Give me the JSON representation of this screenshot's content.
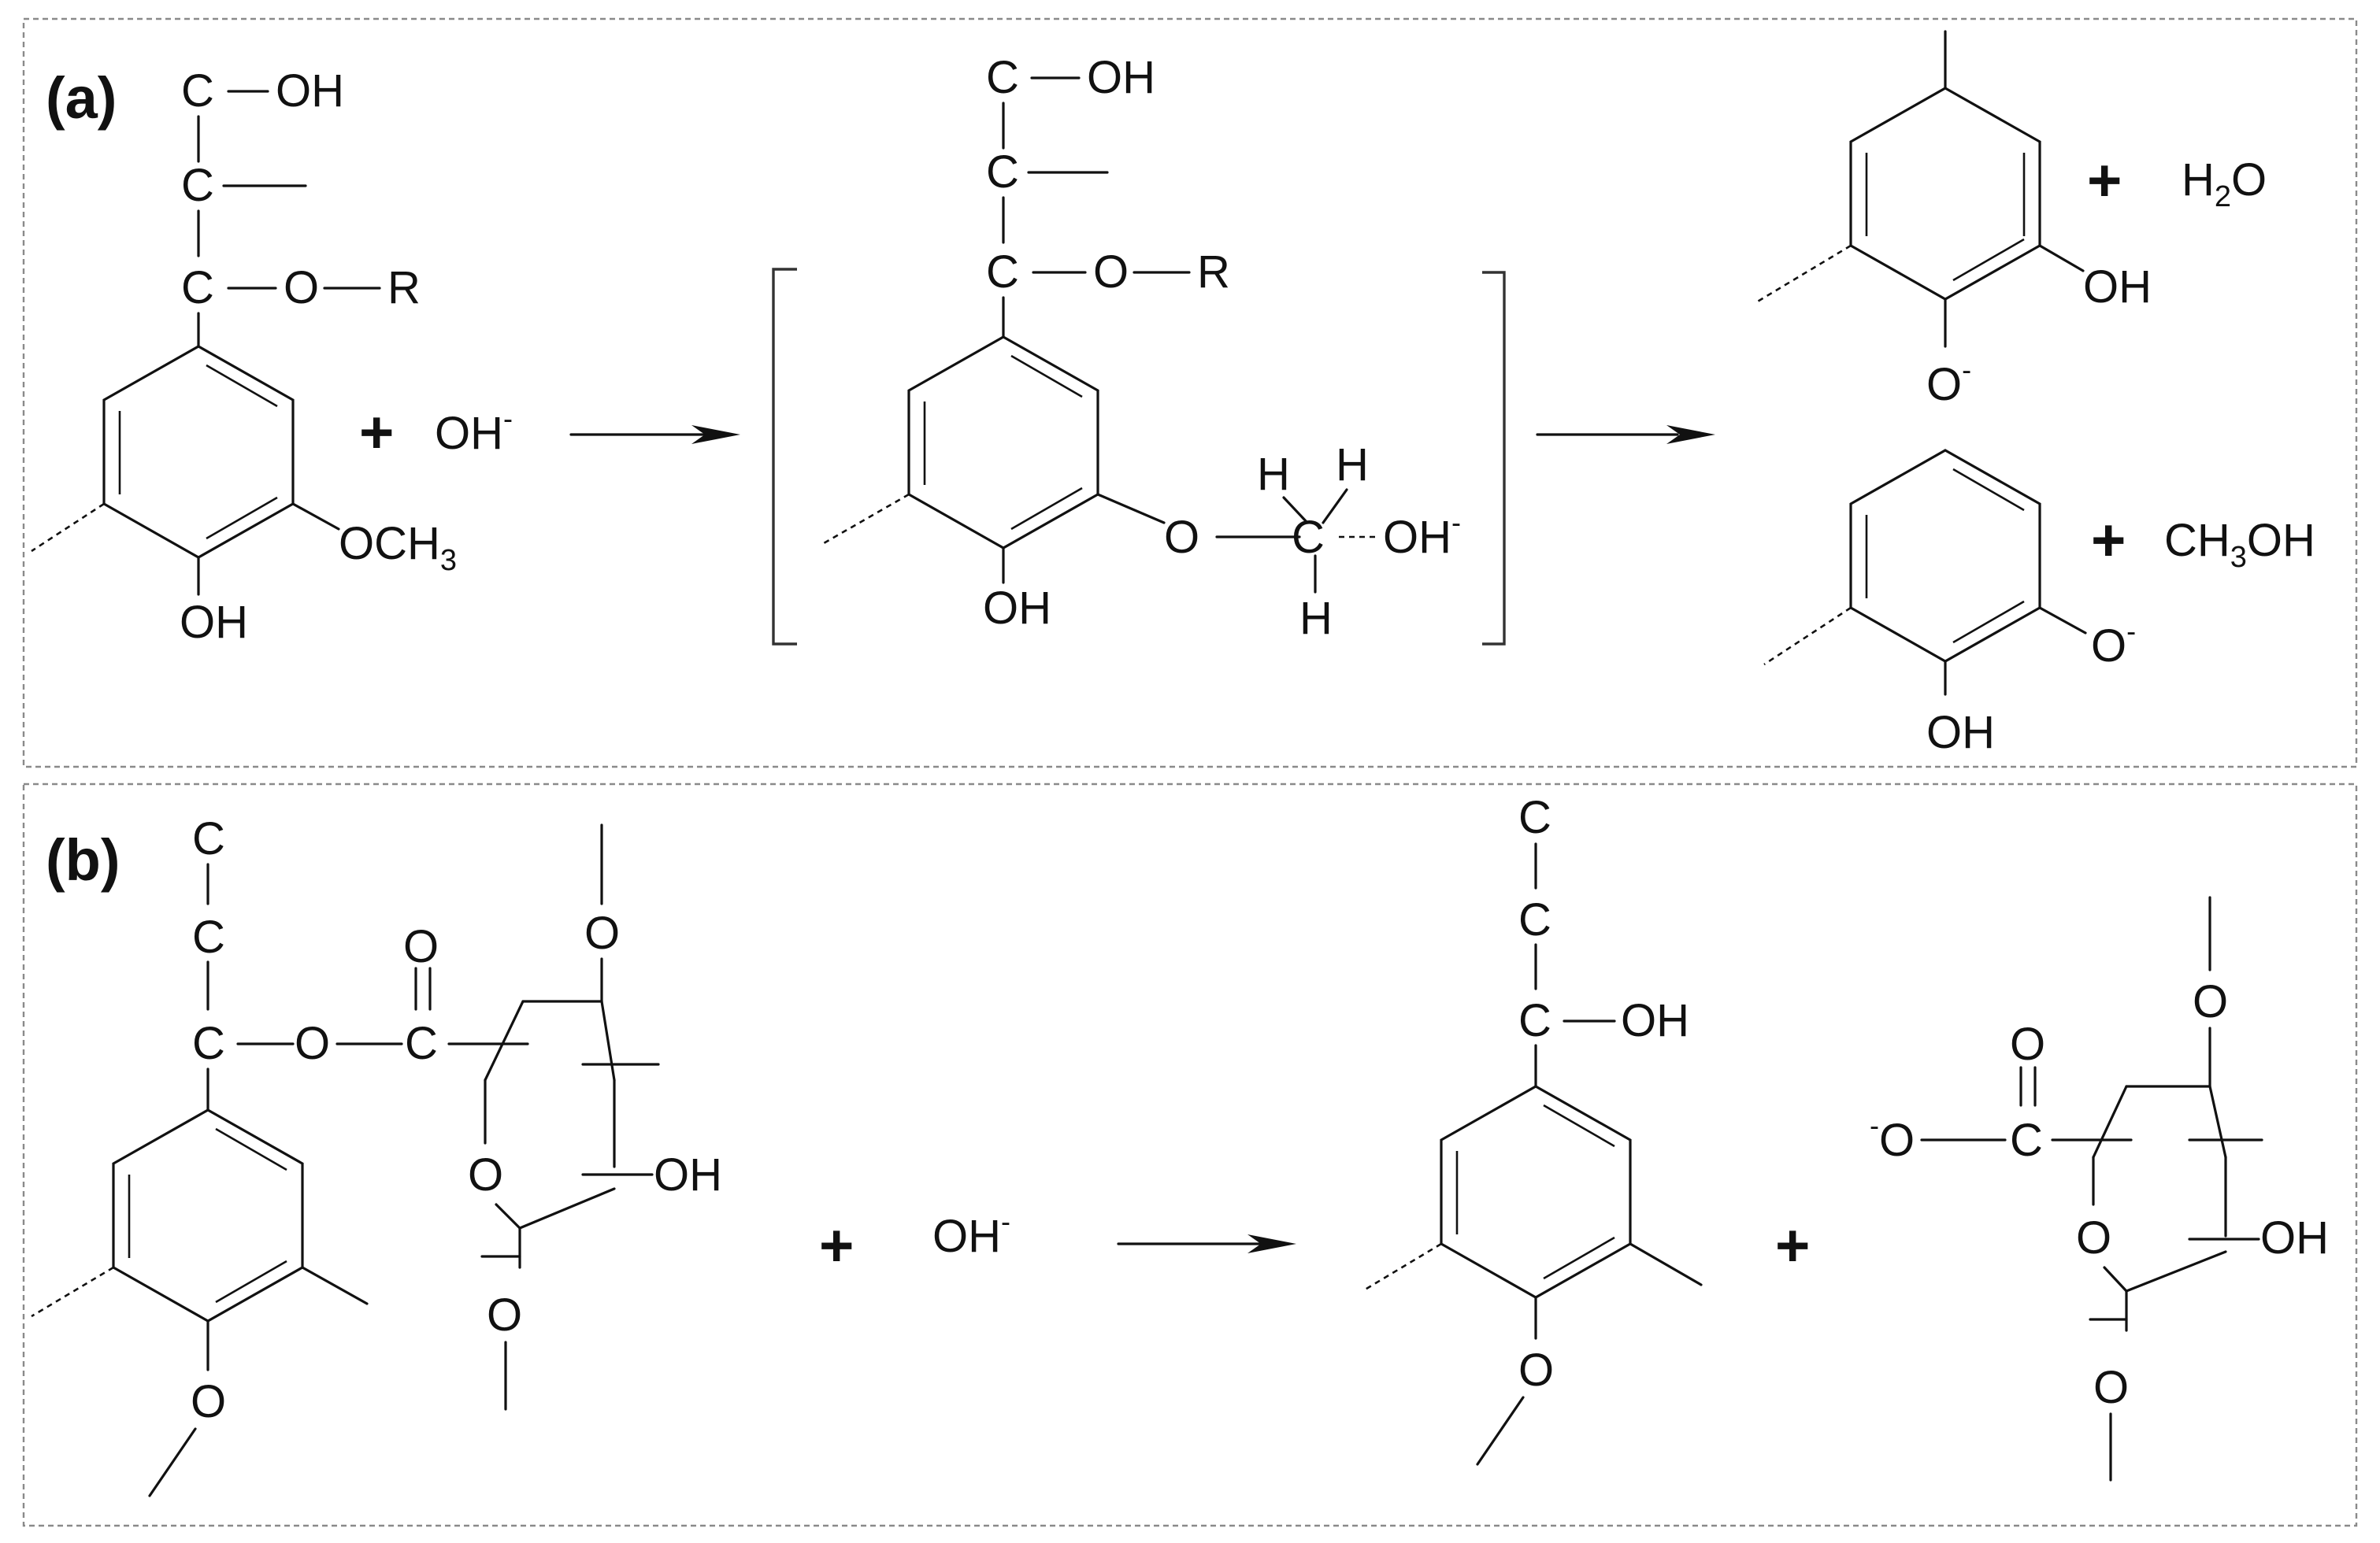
{
  "panels": [
    {
      "label": "(a)"
    },
    {
      "label": "(b)"
    }
  ],
  "reaction_a": {
    "plus": "+",
    "reagent": {
      "base": "OH",
      "charge": "-"
    },
    "reactant": {
      "c1": "C",
      "c2": "C",
      "c3": "C",
      "oh_top": "OH",
      "o_ether": "O",
      "r_group": "R",
      "methoxy": {
        "pre": "OCH",
        "sub": "3"
      },
      "oh_ring": "OH"
    },
    "intermediate": {
      "c1": "C",
      "c2": "C",
      "c3": "C",
      "oh_top": "OH",
      "o_ether": "O",
      "r_group": "R",
      "oh_ring": "OH",
      "o_ring": "O",
      "h1": "H",
      "h2": "H",
      "h3": "H",
      "c_center": "C",
      "oh_attack": {
        "base": "OH",
        "charge": "-"
      }
    },
    "product_1": {
      "oh": "OH",
      "o_minus": {
        "base": "O",
        "charge": "-"
      },
      "plus": "+",
      "water": {
        "pre": "H",
        "sub": "2",
        "post": "O"
      }
    },
    "product_2": {
      "oh": "OH",
      "o_minus": {
        "base": "O",
        "charge": "-"
      },
      "plus": "+",
      "methanol": {
        "pre": "CH",
        "sub": "3",
        "post": "OH"
      }
    }
  },
  "reaction_b": {
    "plus_1": "+",
    "plus_2": "+",
    "reagent": {
      "base": "OH",
      "charge": "-"
    },
    "reactant": {
      "c1": "C",
      "c2": "C",
      "c3": "C",
      "o_ester": "O",
      "c_carbonyl": "C",
      "o_carbonyl": "O",
      "o_ring": "O",
      "o_top": "O",
      "o_bottom": "O",
      "oh": "OH",
      "o_methoxy": "O"
    },
    "product_1": {
      "c1": "C",
      "c2": "C",
      "c3": "C",
      "oh": "OH",
      "o_methoxy": "O"
    },
    "product_2": {
      "o_minus": {
        "charge": "-",
        "base": "O"
      },
      "c_carbonyl": "C",
      "o_carbonyl": "O",
      "o_ring": "O",
      "o_top": "O",
      "o_bottom": "O",
      "oh": "OH"
    }
  }
}
